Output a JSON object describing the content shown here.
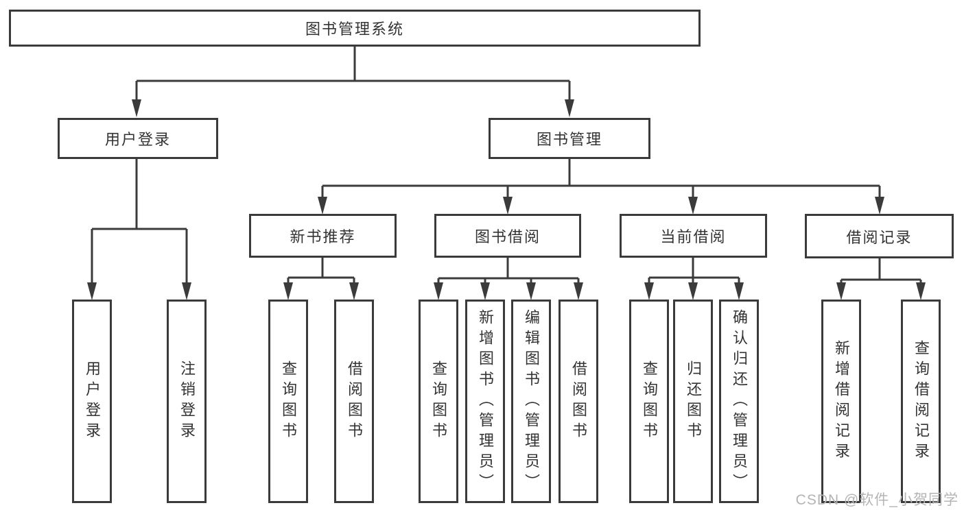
{
  "diagram": {
    "root": {
      "label": "图书管理系统"
    },
    "level2": [
      {
        "label": "用户登录"
      },
      {
        "label": "图书管理"
      }
    ],
    "level3": [
      {
        "label": "新书推荐",
        "parent": "图书管理"
      },
      {
        "label": "图书借阅",
        "parent": "图书管理"
      },
      {
        "label": "当前借阅",
        "parent": "图书管理"
      },
      {
        "label": "借阅记录",
        "parent": "图书管理"
      }
    ],
    "leaves": [
      {
        "label": "用户登录",
        "parent": "用户登录"
      },
      {
        "label": "注销登录",
        "parent": "用户登录"
      },
      {
        "label": "查询图书",
        "parent": "新书推荐"
      },
      {
        "label": "借阅图书",
        "parent": "新书推荐"
      },
      {
        "label": "查询图书",
        "parent": "图书借阅"
      },
      {
        "label": "新增图书（管理员）",
        "parent": "图书借阅"
      },
      {
        "label": "编辑图书（管理员）",
        "parent": "图书借阅"
      },
      {
        "label": "借阅图书",
        "parent": "图书借阅"
      },
      {
        "label": "查询图书",
        "parent": "当前借阅"
      },
      {
        "label": "归还图书",
        "parent": "当前借阅"
      },
      {
        "label": "确认归还（管理员）",
        "parent": "当前借阅"
      },
      {
        "label": "新增借阅记录",
        "parent": "借阅记录"
      },
      {
        "label": "查询借阅记录",
        "parent": "借阅记录"
      }
    ]
  },
  "watermark": {
    "text": "CSDN @软件_小贺同学"
  },
  "colors": {
    "line": "#3b3b3b",
    "border": "#3a3a3a",
    "text": "#333333",
    "watermark": "#b4b4b4",
    "background": "#ffffff"
  }
}
